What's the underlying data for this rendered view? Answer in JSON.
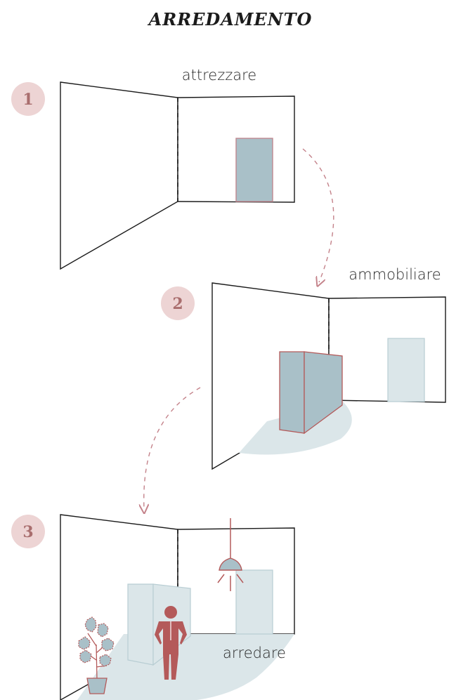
{
  "title": "ARREDAMENTO",
  "steps": [
    {
      "number": "1",
      "label": "attrezzare"
    },
    {
      "number": "2",
      "label": "ammobiliare"
    },
    {
      "number": "3",
      "label": "arredare"
    }
  ],
  "colors": {
    "badge": "#edd4d4",
    "badge_text": "#a96e6e",
    "accent": "#b45a5a",
    "blue_fill": "#a9c0c8",
    "pale_fill": "#dbe6e9",
    "arrow": "#c4828a"
  }
}
